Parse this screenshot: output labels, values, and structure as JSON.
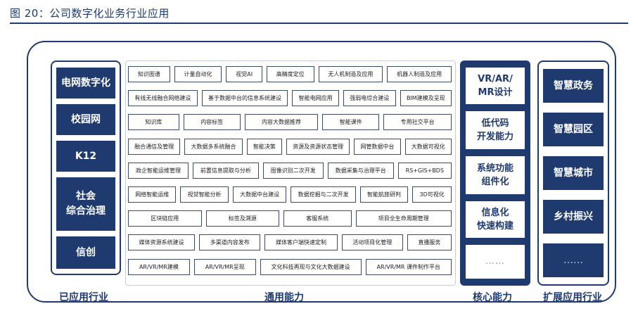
{
  "figure": {
    "title": "图 20：公司数字化业务行业应用"
  },
  "applied_industries": {
    "label": "已应用行业",
    "items": [
      "电网数字化",
      "校园网",
      "K12",
      "社会\n综合治理",
      "信创"
    ]
  },
  "general_capabilities": {
    "label": "通用能力",
    "rows": [
      [
        "知识图谱",
        "计量自动化",
        "视觉AI",
        "高精度定位",
        "无人机制造及应用",
        "机器人制造及应用"
      ],
      [
        "有线无线融合网络建设",
        "基于数据中台的信息系统建设",
        "智能电网应用",
        "强弱电综合建设",
        "BIM建模及呈现"
      ],
      [
        "知识库",
        "内容标签",
        "内容大数据推荐",
        "智能课件",
        "专用社交平台"
      ],
      [
        "融合通信及管理",
        "大数据多系统融合",
        "智能决策",
        "资源及资源状态管理",
        "网管数据中台",
        "大数据可视化"
      ],
      [
        "政企智能运维管理",
        "前置信息提取与分析",
        "图像识别二次开发",
        "数据采集与治理平台",
        "RS+GIS+BDS"
      ],
      [
        "网络智能运维",
        "视觉智能分析",
        "大数据中台建设",
        "数据挖掘与二次开发",
        "智能航旅研判",
        "3D可视化"
      ],
      [
        "区块链应用",
        "标签及溯源",
        "客服系统",
        "项目全生命周期管理"
      ],
      [
        "媒体资源系统建设",
        "多渠道内容发布",
        "媒体客户端快速定制",
        "活动项目化管理",
        "直播服务"
      ],
      [
        "AR/VR/MR建模",
        "AR/VR/MR呈现",
        "文化科技再现与文化大数据建设",
        "AR/VR/MR 课件制作平台"
      ]
    ]
  },
  "core_capabilities": {
    "label": "核心能力",
    "items": [
      "VR/AR/\nMR设计",
      "低代码\n开发能力",
      "系统功能\n组件化",
      "信息化\n快速构建",
      "……"
    ]
  },
  "expanded_industries": {
    "label": "扩展应用行业",
    "items": [
      "智慧政务",
      "智慧园区",
      "智慧城市",
      "乡村振兴",
      "……"
    ]
  },
  "colors": {
    "navy": "#1f3a6e",
    "cell_border": "#3a4a6a"
  }
}
